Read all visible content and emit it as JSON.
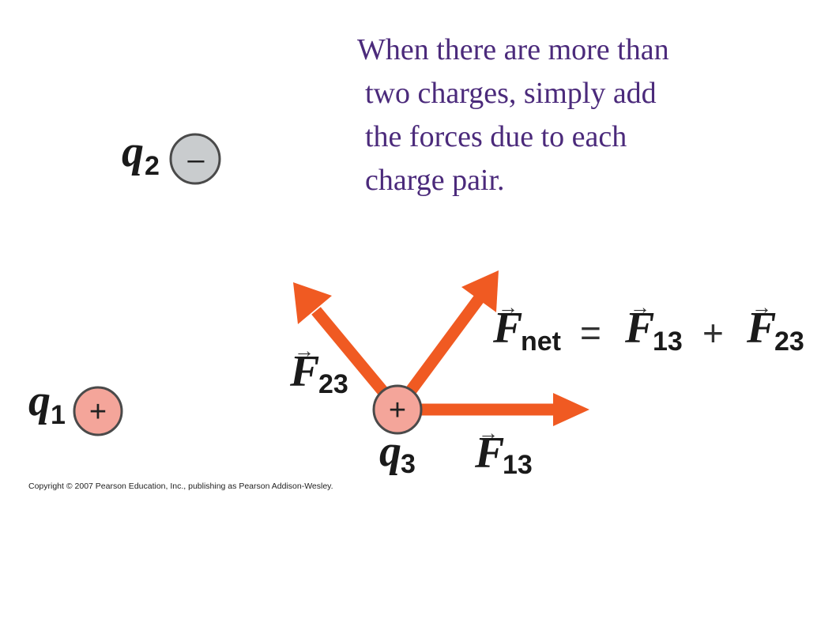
{
  "caption": {
    "line1": "When there are more than",
    "line2": "two charges, simply add",
    "line3": "the forces due to each",
    "line4": "charge pair."
  },
  "charges": {
    "q1": {
      "symbol": "q",
      "subscript": "1",
      "sign": "+"
    },
    "q2": {
      "symbol": "q",
      "subscript": "2",
      "sign": "–"
    },
    "q3": {
      "symbol": "q",
      "subscript": "3",
      "sign": "+"
    }
  },
  "vectors": {
    "F23": {
      "symbol": "F",
      "subscript": "23",
      "arrow": "→"
    },
    "F13": {
      "symbol": "F",
      "subscript": "13",
      "arrow": "→"
    }
  },
  "equation": {
    "lhs_symbol": "F",
    "lhs_subscript": "net",
    "equals": "=",
    "term1_symbol": "F",
    "term1_subscript": "13",
    "plus": "+",
    "term2_symbol": "F",
    "term2_subscript": "23",
    "arrow": "→"
  },
  "colors": {
    "caption_text": "#4b2a7b",
    "arrow_fill": "#f05a22",
    "positive_charge_fill": "#f4a59a",
    "negative_charge_fill": "#c9ccce",
    "charge_outline": "#4a4a4a"
  },
  "copyright": "Copyright © 2007 Pearson Education, Inc., publishing as Pearson Addison-Wesley."
}
